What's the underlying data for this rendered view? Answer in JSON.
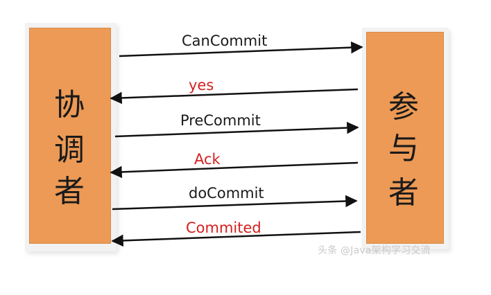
{
  "coordinator": {
    "chars": [
      "协",
      "调",
      "者"
    ]
  },
  "participant": {
    "chars": [
      "参",
      "与",
      "者"
    ]
  },
  "messages": [
    {
      "label": "CanCommit",
      "kind": "request"
    },
    {
      "label": "yes",
      "kind": "reply"
    },
    {
      "label": "PreCommit",
      "kind": "request"
    },
    {
      "label": "Ack",
      "kind": "reply"
    },
    {
      "label": "doCommit",
      "kind": "request"
    },
    {
      "label": "Commited",
      "kind": "reply"
    }
  ],
  "watermark": "头条 @Java架构学习交流",
  "colors": {
    "box_fill": "#ec9a55",
    "box_frame": "#f2f2f2",
    "request_text": "#1a1a1a",
    "reply_text": "#d42020",
    "arrow": "#111111"
  }
}
